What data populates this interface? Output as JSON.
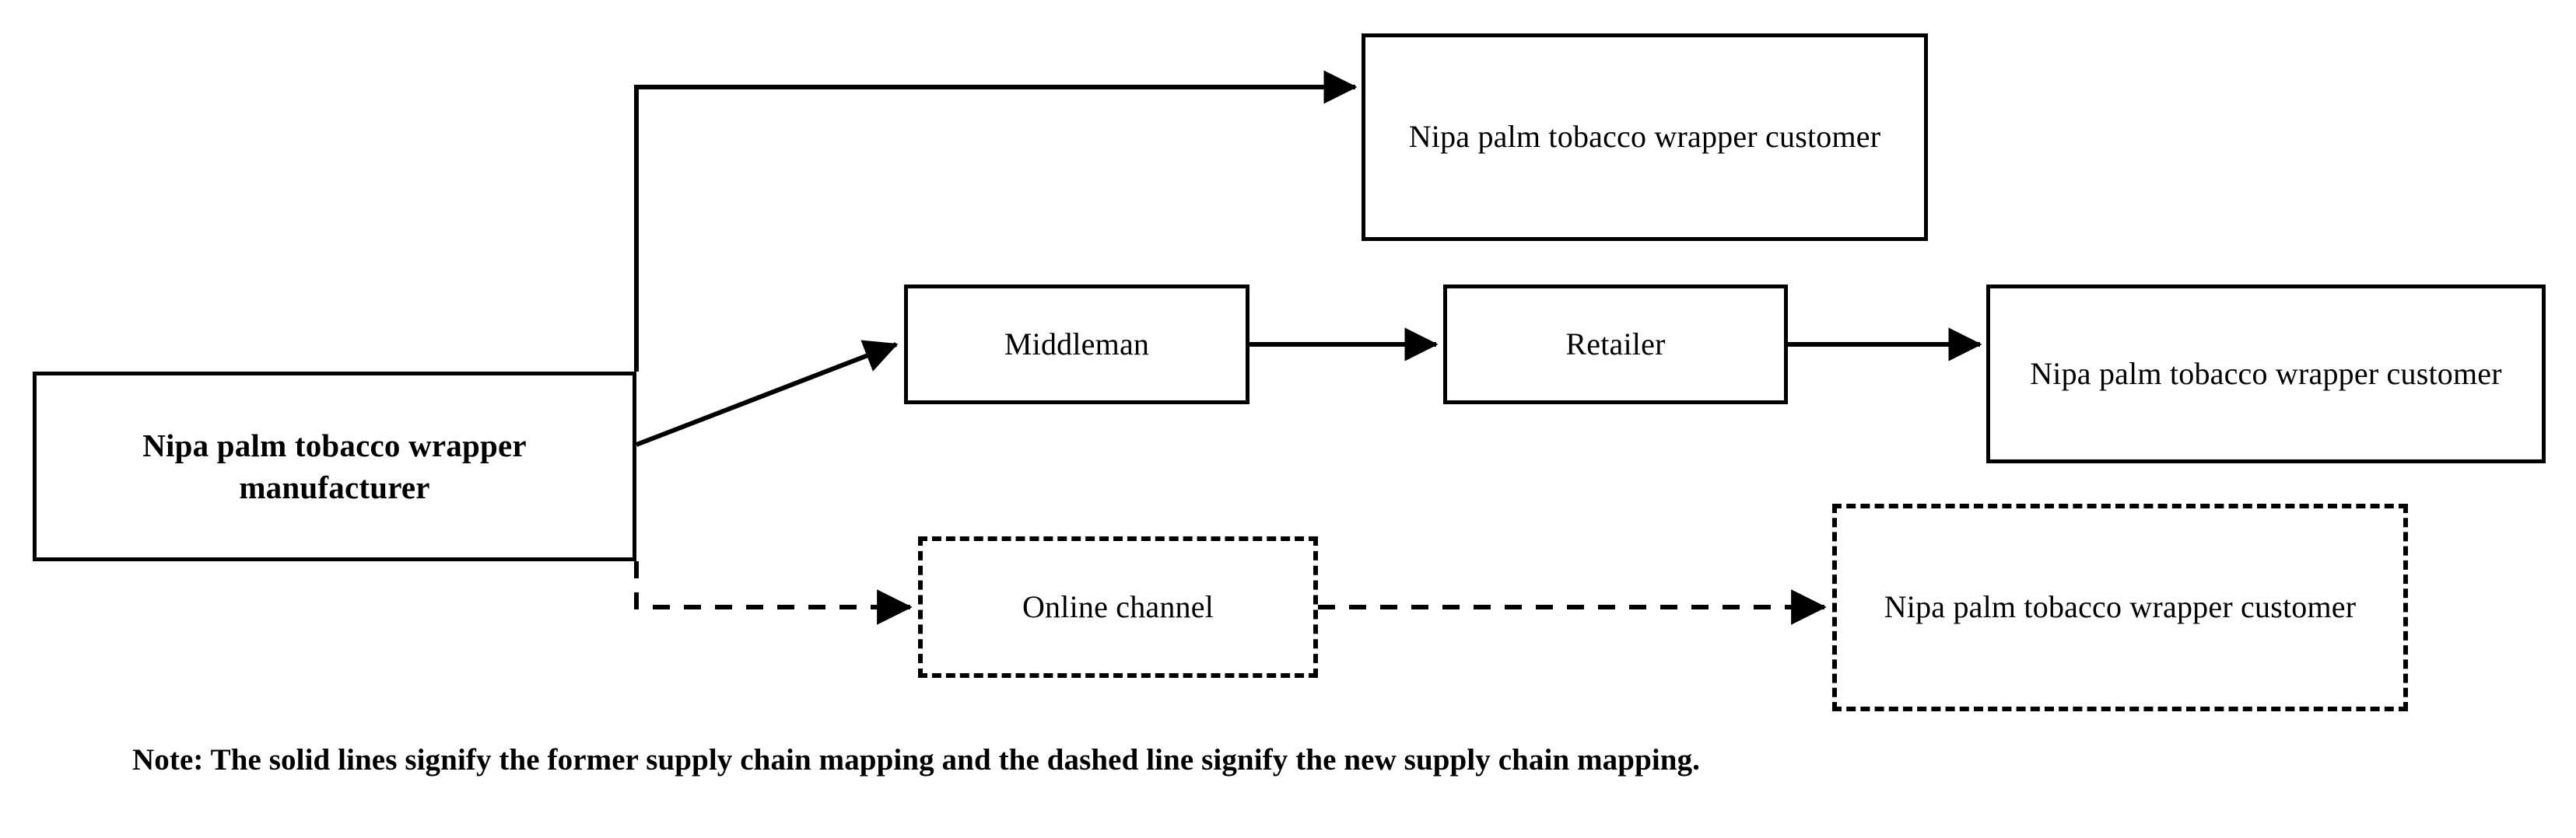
{
  "diagram": {
    "type": "flow-diagram",
    "title_text": "",
    "line_color": "#000000",
    "box_border_color": "#000000",
    "background_color": "#ffffff",
    "nodes": [
      {
        "id": "manufacturer",
        "label": "Nipa palm tobacco wrapper manufacturer",
        "label_lines": [
          "Nipa palm tobacco wrapper",
          "manufacturer"
        ],
        "style": "solid",
        "emphasis": "bold"
      },
      {
        "id": "customer_direct",
        "label": "Nipa palm tobacco wrapper customer",
        "label_lines": [
          "Nipa palm tobacco wrapper",
          "customer"
        ],
        "style": "solid",
        "emphasis": "normal"
      },
      {
        "id": "middleman",
        "label": "Middleman",
        "label_lines": [
          "Middleman"
        ],
        "style": "solid",
        "emphasis": "normal"
      },
      {
        "id": "retailer",
        "label": "Retailer",
        "label_lines": [
          "Retailer"
        ],
        "style": "solid",
        "emphasis": "normal"
      },
      {
        "id": "customer_retail",
        "label": "Nipa palm tobacco wrapper customer",
        "label_lines": [
          "Nipa palm tobacco wrapper",
          "customer"
        ],
        "style": "solid",
        "emphasis": "normal"
      },
      {
        "id": "online_channel",
        "label": "Online channel",
        "label_lines": [
          "Online channel"
        ],
        "style": "dashed",
        "emphasis": "normal"
      },
      {
        "id": "customer_online",
        "label": "Nipa palm tobacco wrapper customer",
        "label_lines": [
          "Nipa palm tobacco wrapper",
          "customer"
        ],
        "style": "dashed",
        "emphasis": "normal"
      }
    ],
    "edges": [
      {
        "id": "manufacturer-to-customer-direct",
        "from": "manufacturer",
        "to": "customer_direct",
        "style": "solid"
      },
      {
        "id": "manufacturer-to-middleman",
        "from": "manufacturer",
        "to": "middleman",
        "style": "solid"
      },
      {
        "id": "middleman-to-retailer",
        "from": "middleman",
        "to": "retailer",
        "style": "solid"
      },
      {
        "id": "retailer-to-customer-retail",
        "from": "retailer",
        "to": "customer_retail",
        "style": "solid"
      },
      {
        "id": "manufacturer-to-online-channel",
        "from": "manufacturer",
        "to": "online_channel",
        "style": "dashed"
      },
      {
        "id": "online-channel-to-customer-online",
        "from": "online_channel",
        "to": "customer_online",
        "style": "dashed"
      }
    ]
  },
  "note": {
    "text": "Note: The solid lines signify the former supply chain mapping and the dashed line signify the new supply chain mapping."
  }
}
